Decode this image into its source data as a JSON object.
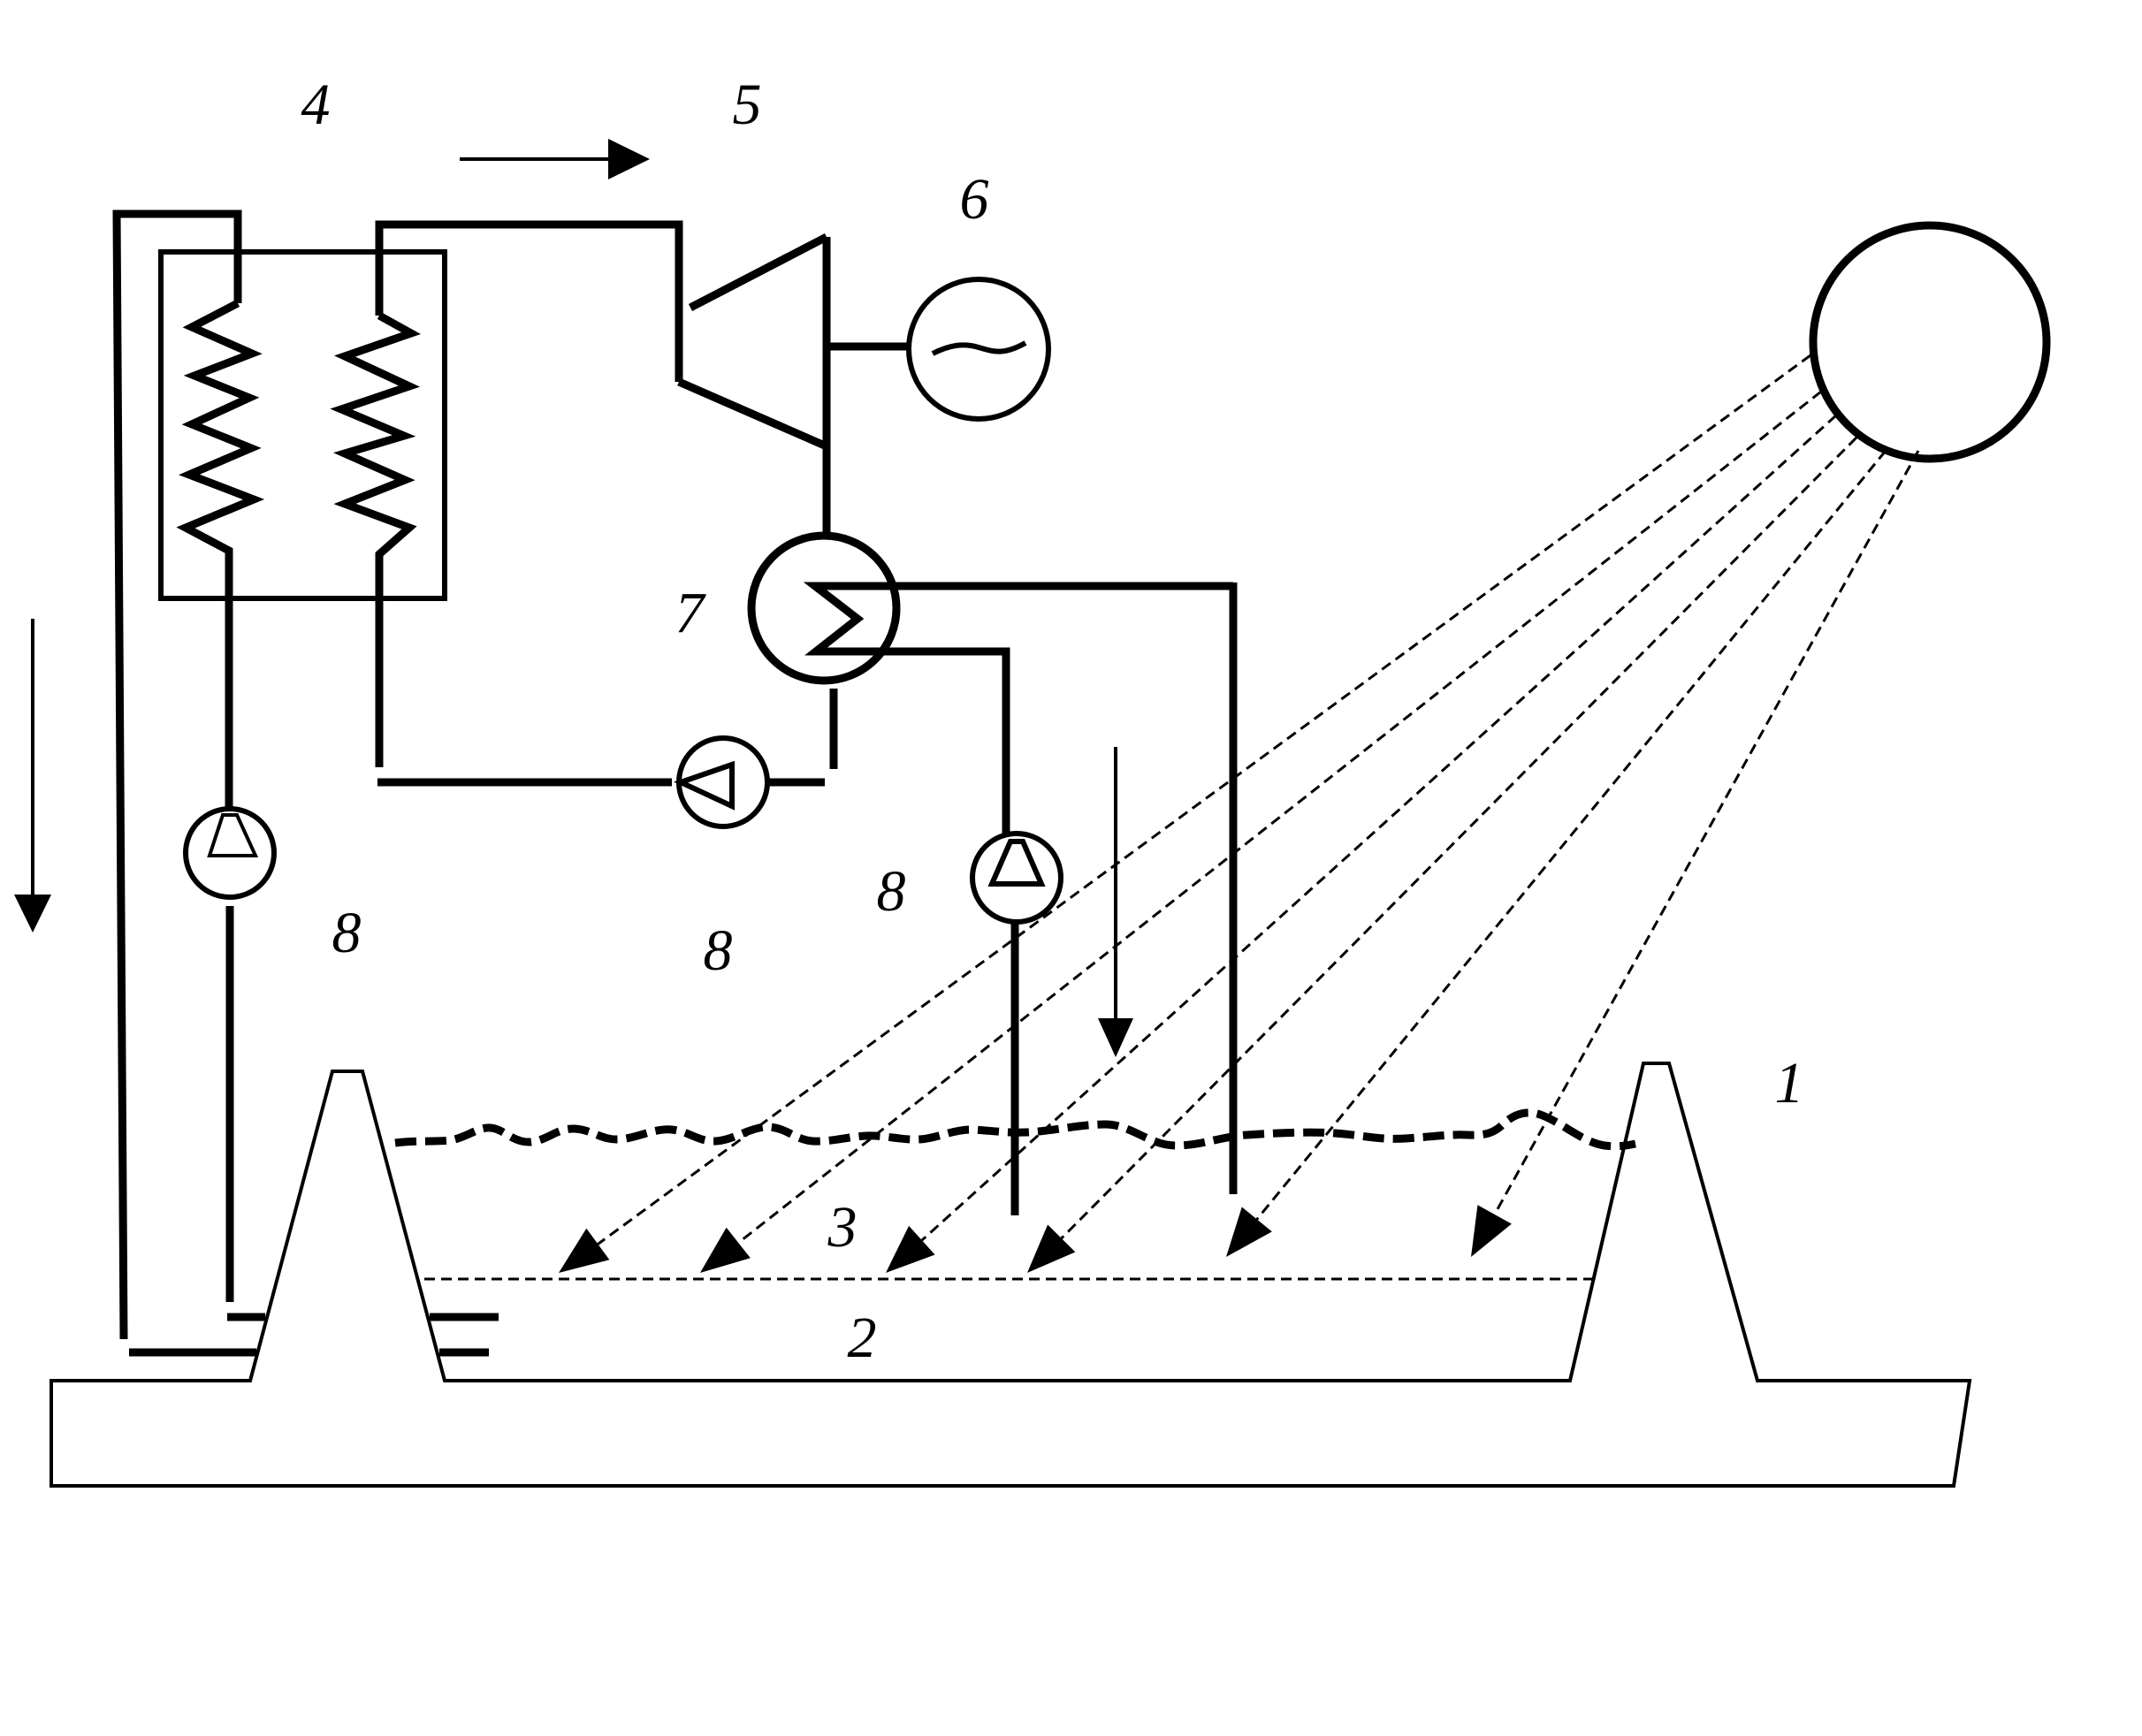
{
  "diagram": {
    "title": "Solar pond power plant scheme",
    "labels": {
      "pond": "1",
      "storage_layer": "2",
      "gradient_layer": "3",
      "heat_exchanger_evaporator": "4",
      "turbine": "5",
      "generator": "6",
      "condenser": "7",
      "pump_left": "8",
      "pump_middle": "8",
      "pump_right": "8"
    },
    "components": [
      {
        "id": "1",
        "name": "solar pond"
      },
      {
        "id": "2",
        "name": "lower convective (storage) zone"
      },
      {
        "id": "3",
        "name": "non-convective gradient zone"
      },
      {
        "id": "4",
        "name": "evaporator / heat exchanger"
      },
      {
        "id": "5",
        "name": "turbine"
      },
      {
        "id": "6",
        "name": "generator"
      },
      {
        "id": "7",
        "name": "condenser"
      },
      {
        "id": "8",
        "name": "pumps"
      }
    ],
    "symbols": {
      "generator_symbol": "~",
      "sun_rays": 6,
      "flow_arrows": [
        "right",
        "down",
        "down"
      ]
    },
    "colors": {
      "stroke": "#000000",
      "background": "#ffffff"
    }
  }
}
